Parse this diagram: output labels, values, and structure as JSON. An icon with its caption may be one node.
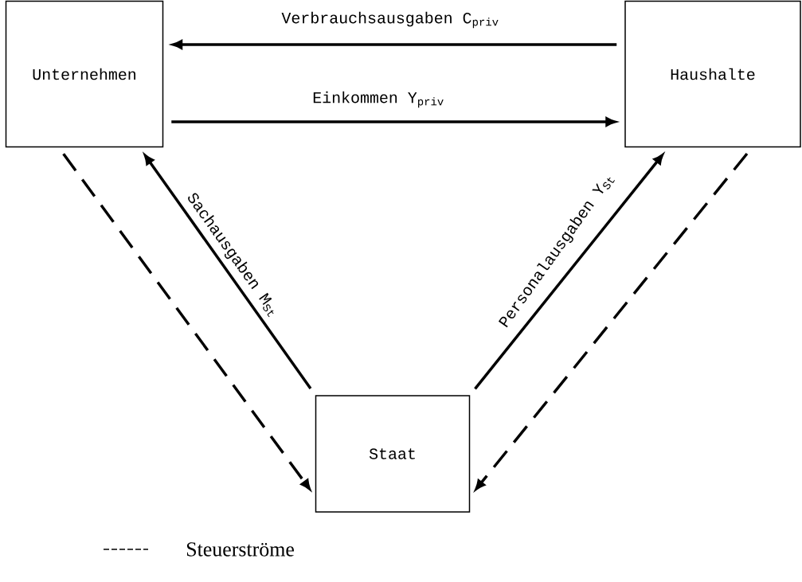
{
  "diagram": {
    "nodes": [
      {
        "text": [
          "Unternehmen"
        ]
      },
      {
        "text": [
          "Haushalte"
        ]
      },
      {
        "text": [
          "Staat"
        ]
      }
    ],
    "edges": [
      {
        "from": 1,
        "to": 0,
        "arrow": "to",
        "label": "Verbrauchsausgaben C$_{priv}$"
      },
      {
        "from": 0,
        "to": 1,
        "arrow": "to",
        "label": "Einkommen Y$_{priv}$"
      },
      {
        "from": 2,
        "to": 0,
        "arrow": "to",
        "label": "Sachausgaben M$_{St}$"
      },
      {
        "from": 2,
        "to": 1,
        "arrow": "to",
        "label": "Personalausgaben Y$_{St}$"
      },
      {
        "from": 0,
        "to": 2,
        "arrow": "to",
        "style": "dashed"
      },
      {
        "from": 1,
        "to": 2,
        "arrow": "to",
        "style": "dashed"
      }
    ],
    "legend": [
      {
        "text": "Steuerströme"
      }
    ]
  }
}
